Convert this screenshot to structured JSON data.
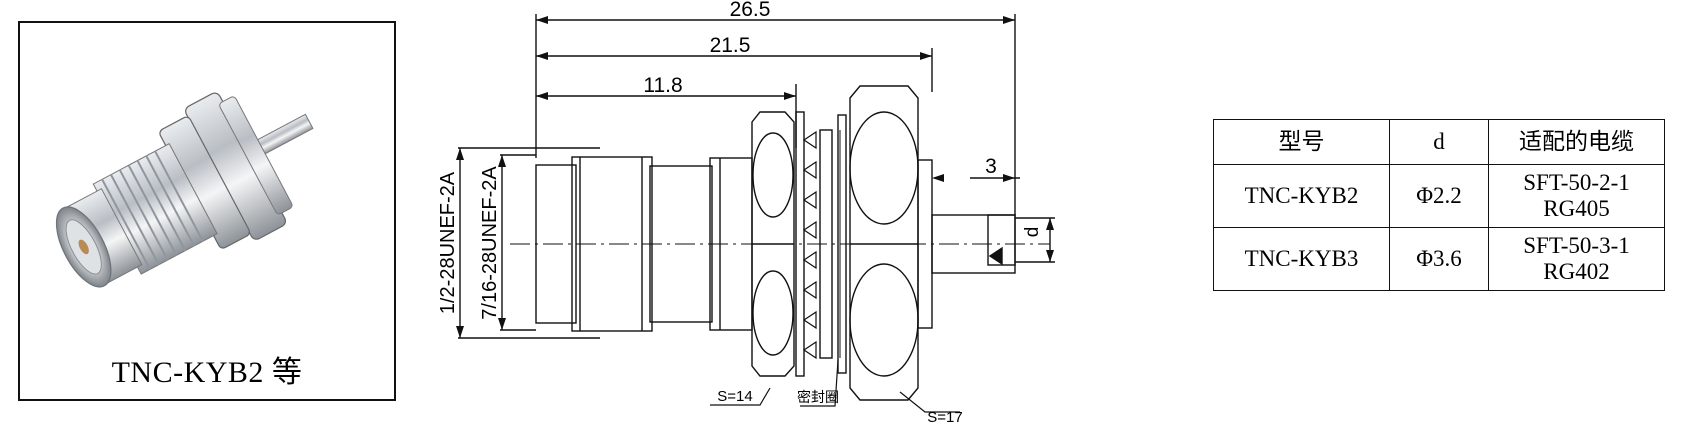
{
  "product_photo": {
    "caption": "TNC-KYB2 等"
  },
  "drawing": {
    "dim_overall": "26.5",
    "dim_body": "21.5",
    "dim_front": "11.8",
    "dim_pin": "3",
    "dim_d": "d",
    "thread_outer": "1/2-28UNEF-2A",
    "thread_inner": "7/16-28UNEF-2A",
    "hex_small": "S=14",
    "gasket": "密封圈",
    "hex_large": "S=17"
  },
  "spec_table": {
    "headers": [
      "型号",
      "d",
      "适配的电缆"
    ],
    "rows": [
      {
        "model": "TNC-KYB2",
        "d": "Φ2.2",
        "cable_1": "SFT-50-2-1",
        "cable_2": "RG405"
      },
      {
        "model": "TNC-KYB3",
        "d": "Φ3.6",
        "cable_1": "SFT-50-3-1",
        "cable_2": "RG402"
      }
    ]
  }
}
